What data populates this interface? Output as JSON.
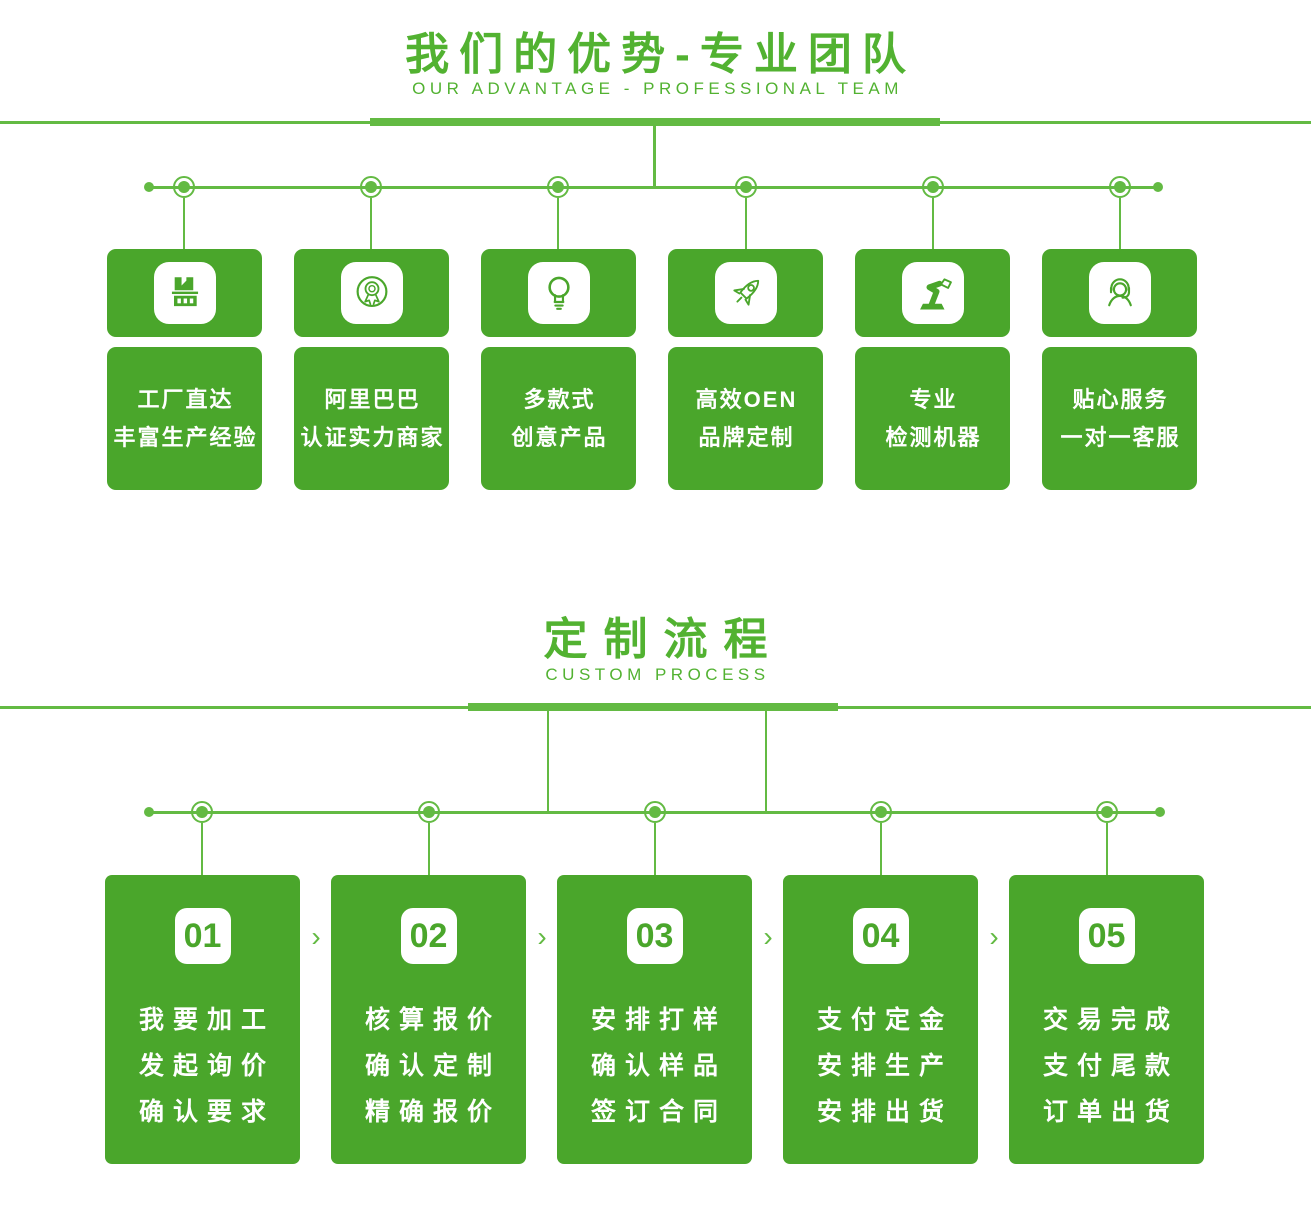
{
  "colors": {
    "box_green": "#4aa62b",
    "title_green": "#52b231",
    "line_green": "#63ba43",
    "text_on_green": "#ffffff"
  },
  "section_advantage": {
    "title": "我们的优势-专业团队",
    "subtitle": "OUR ADVANTAGE - PROFESSIONAL TEAM",
    "items": [
      {
        "icon": "factory-icon",
        "line1": "工厂直达",
        "line2": "丰富生产经验"
      },
      {
        "icon": "medal-icon",
        "line1": "阿里巴巴",
        "line2": "认证实力商家"
      },
      {
        "icon": "lightbulb-icon",
        "line1": "多款式",
        "line2": "创意产品"
      },
      {
        "icon": "rocket-icon",
        "line1": "高效OEN",
        "line2": "品牌定制"
      },
      {
        "icon": "robot-arm-icon",
        "line1": "专业",
        "line2": "检测机器"
      },
      {
        "icon": "customer-service-icon",
        "line1": "贴心服务",
        "line2": "一对一客服"
      }
    ]
  },
  "section_process": {
    "title": "定制流程",
    "subtitle": "CUSTOM PROCESS",
    "arrow": "›",
    "steps": [
      {
        "number": "01",
        "lines": [
          "我要加工",
          "发起询价",
          "确认要求"
        ]
      },
      {
        "number": "02",
        "lines": [
          "核算报价",
          "确认定制",
          "精确报价"
        ]
      },
      {
        "number": "03",
        "lines": [
          "安排打样",
          "确认样品",
          "签订合同"
        ]
      },
      {
        "number": "04",
        "lines": [
          "支付定金",
          "安排生产",
          "安排出货"
        ]
      },
      {
        "number": "05",
        "lines": [
          "交易完成",
          "支付尾款",
          "订单出货"
        ]
      }
    ]
  }
}
